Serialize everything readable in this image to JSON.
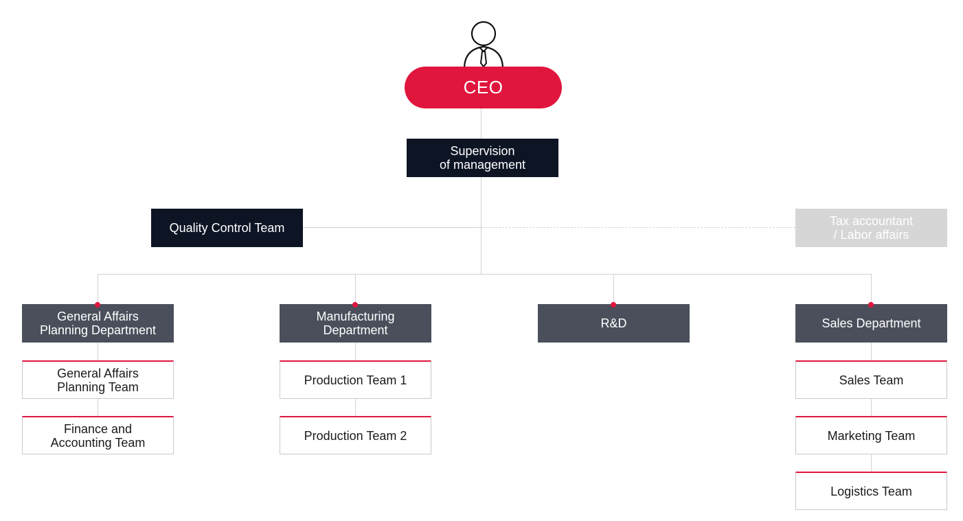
{
  "ceo": {
    "label": "CEO",
    "icon": "person-with-tie-icon"
  },
  "supervision": {
    "label": "Supervision\nof management"
  },
  "quality_control": {
    "label": "Quality Control Team"
  },
  "tax_labor": {
    "label": "Tax accountant\n/ Labor affairs"
  },
  "departments": [
    {
      "label": "General Affairs\nPlanning Department",
      "teams": [
        "General Affairs\nPlanning Team",
        "Finance and\nAccounting Team"
      ]
    },
    {
      "label": "Manufacturing\nDepartment",
      "teams": [
        "Production Team 1",
        "Production Team 2"
      ]
    },
    {
      "label": "R&D",
      "teams": []
    },
    {
      "label": "Sales Department",
      "teams": [
        "Sales Team",
        "Marketing Team",
        "Logistics Team"
      ]
    }
  ],
  "colors": {
    "accent": "#e0163e",
    "dark_box": "#0d1424",
    "department_box": "#4a4f5b",
    "external_box": "#d6d6d6",
    "connector": "#d2d2d2"
  }
}
